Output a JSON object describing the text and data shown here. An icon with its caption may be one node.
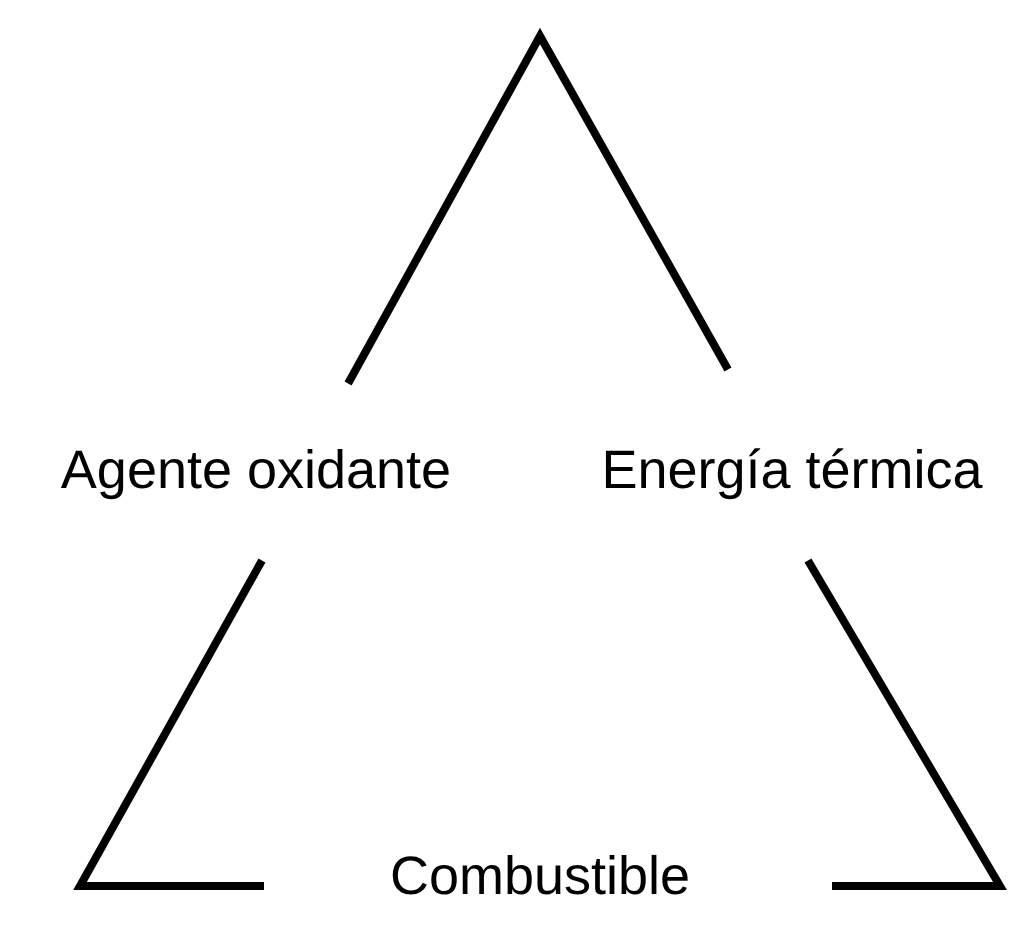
{
  "diagram": {
    "labels": [
      "Agente oxidante",
      "Energía térmica",
      "Combustible"
    ]
  }
}
